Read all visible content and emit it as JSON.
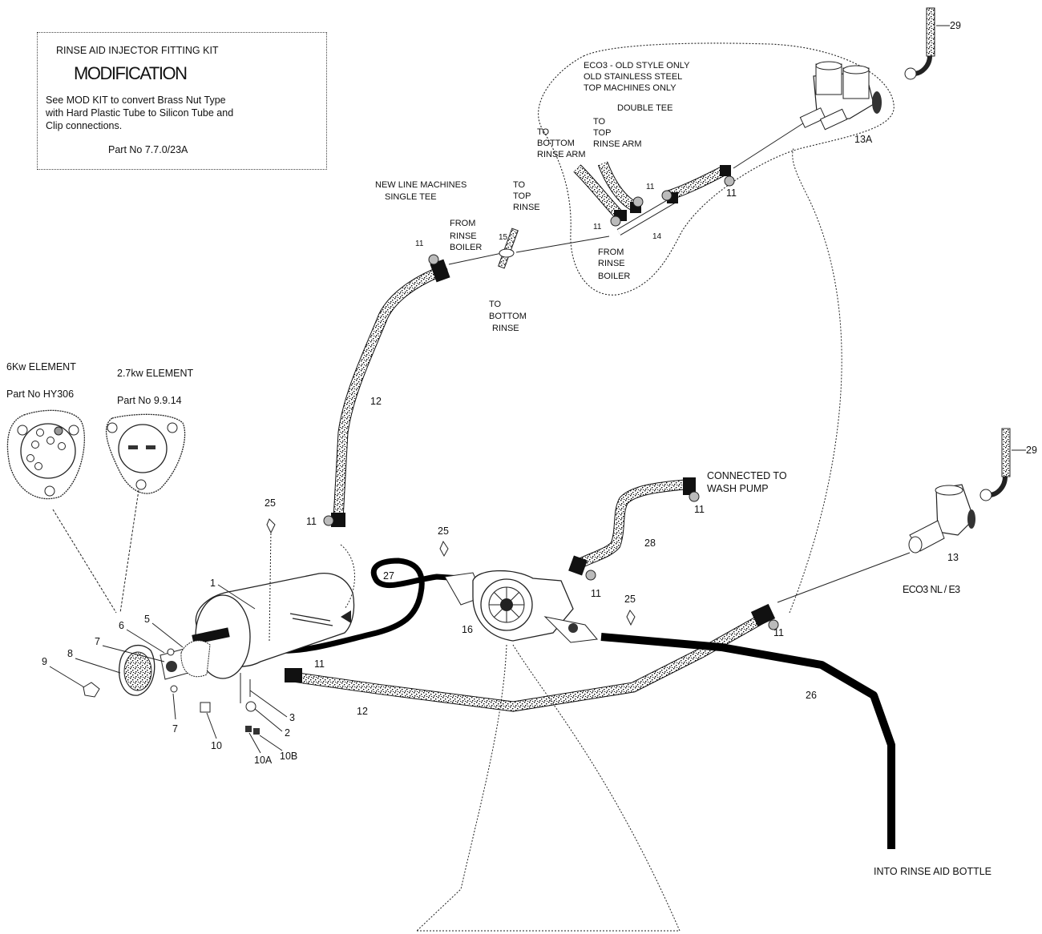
{
  "modification_box": {
    "title": "RINSE AID INJECTOR FITTING KIT",
    "heading": "MODIFICATION",
    "description": "See MOD KIT to convert Brass Nut Type\nwith Hard Plastic Tube to Silicon Tube and\nClip connections.",
    "part_no": "Part No  7.7.0/23A"
  },
  "elements": {
    "six_kw": {
      "label": "6Kw ELEMENT",
      "part_no": "Part No HY306"
    },
    "two_seven_kw": {
      "label": "2.7kw ELEMENT",
      "part_no": "Part No 9.9.14"
    }
  },
  "notes": {
    "eco3_old": [
      "ECO3 - OLD STYLE ONLY",
      "OLD STAINLESS STEEL",
      "TOP MACHINES ONLY"
    ],
    "double_tee": "DOUBLE TEE",
    "to_bottom_rinse_arm": [
      "TO",
      "BOTTOM",
      "RINSE ARM"
    ],
    "to_top_rinse_arm": [
      "TO",
      "TOP",
      "RINSE ARM"
    ],
    "from_rinse_boiler_upper": [
      "FROM",
      "RINSE",
      "BOILER"
    ],
    "new_line": [
      "NEW LINE MACHINES",
      "SINGLE TEE"
    ],
    "to_top_rinse": [
      "TO",
      "TOP",
      "RINSE"
    ],
    "from_rinse_boiler_left": [
      "FROM",
      "RINSE",
      "BOILER"
    ],
    "to_bottom_rinse": [
      "TO",
      "BOTTOM",
      "RINSE"
    ],
    "connected_to_wash_pump": [
      "CONNECTED TO",
      "WASH PUMP"
    ],
    "eco3_nl_e3": "ECO3 NL  / E3",
    "into_rinse_aid_bottle": "INTO RINSE AID BOTTLE"
  },
  "callouts": {
    "c1": "1",
    "c2": "2",
    "c3": "3",
    "c5": "5",
    "c6": "6",
    "c7a": "7",
    "c7b": "7",
    "c8": "8",
    "c9": "9",
    "c10": "10",
    "c10a": "10A",
    "c10b": "10B",
    "c11_a": "11",
    "c11_b": "11",
    "c11_c": "11",
    "c11_d": "11",
    "c11_e": "11",
    "c11_f": "11",
    "c11_g": "11",
    "c11_h": "11",
    "c11_i": "11",
    "c12_a": "12",
    "c12_b": "12",
    "c13": "13",
    "c13a": "13A",
    "c14": "14",
    "c15": "15",
    "c16": "16",
    "c25_a": "25",
    "c25_b": "25",
    "c25_c": "25",
    "c26": "26",
    "c27": "27",
    "c28": "28",
    "c29_a": "29",
    "c29_b": "29"
  }
}
